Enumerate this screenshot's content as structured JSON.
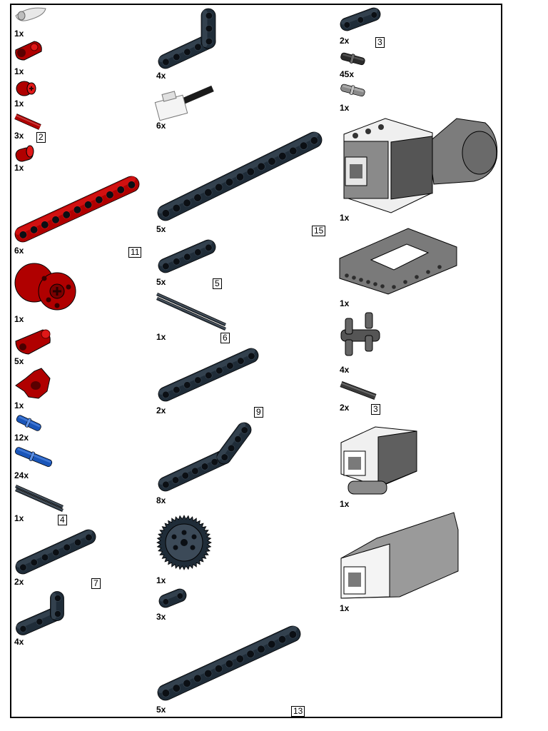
{
  "colors": {
    "red": "#b00000",
    "red_light": "#e01818",
    "dark": "#1f2c38",
    "dark_light": "#3c4a58",
    "blue": "#1a55b8",
    "gray": "#8a8a8a",
    "light_gray": "#cfcfcf",
    "white_part": "#f2f2f2"
  },
  "parts": [
    {
      "qty": "1x",
      "icon": "curved-panel-icon"
    },
    {
      "qty": "1x",
      "icon": "axle-pin-connector-icon"
    },
    {
      "qty": "1x",
      "icon": "bush-icon"
    },
    {
      "qty": "3x",
      "icon": "axle-red-icon",
      "length": "2"
    },
    {
      "qty": "1x",
      "icon": "axle-connector-icon"
    },
    {
      "qty": "6x",
      "icon": "beam-red-icon",
      "length": "11"
    },
    {
      "qty": "1x",
      "icon": "wheel-hub-icon"
    },
    {
      "qty": "5x",
      "icon": "cross-block-icon"
    },
    {
      "qty": "1x",
      "icon": "rotor-icon"
    },
    {
      "qty": "12x",
      "icon": "blue-axle-pin-icon"
    },
    {
      "qty": "24x",
      "icon": "long-blue-pin-icon"
    },
    {
      "qty": "1x",
      "icon": "axle-4-icon",
      "length": "4"
    },
    {
      "qty": "2x",
      "icon": "beam-7-icon",
      "length": "7"
    },
    {
      "qty": "4x",
      "icon": "angle-beam-small-icon"
    },
    {
      "qty": "4x",
      "icon": "angle-beam-large-icon"
    },
    {
      "qty": "6x",
      "icon": "connector-cable-icon"
    },
    {
      "qty": "5x",
      "icon": "beam-15-icon",
      "length": "15"
    },
    {
      "qty": "5x",
      "icon": "beam-5-icon",
      "length": "5"
    },
    {
      "qty": "1x",
      "icon": "axle-6-icon",
      "length": "6"
    },
    {
      "qty": "2x",
      "icon": "beam-9-icon",
      "length": "9"
    },
    {
      "qty": "8x",
      "icon": "bent-beam-icon"
    },
    {
      "qty": "1x",
      "icon": "gear-icon"
    },
    {
      "qty": "3x",
      "icon": "beam-2-icon"
    },
    {
      "qty": "5x",
      "icon": "beam-13-icon",
      "length": "13"
    },
    {
      "qty": "2x",
      "icon": "beam-3-icon",
      "length": "3"
    },
    {
      "qty": "45x",
      "icon": "black-pin-icon"
    },
    {
      "qty": "1x",
      "icon": "gray-axle-pin-icon"
    },
    {
      "qty": "1x",
      "icon": "large-motor-icon"
    },
    {
      "qty": "1x",
      "icon": "frame-icon"
    },
    {
      "qty": "4x",
      "icon": "double-pin-connector-icon"
    },
    {
      "qty": "2x",
      "icon": "axle-3-icon",
      "length": "3"
    },
    {
      "qty": "1x",
      "icon": "sensor-small-icon"
    },
    {
      "qty": "1x",
      "icon": "sensor-long-icon"
    }
  ]
}
